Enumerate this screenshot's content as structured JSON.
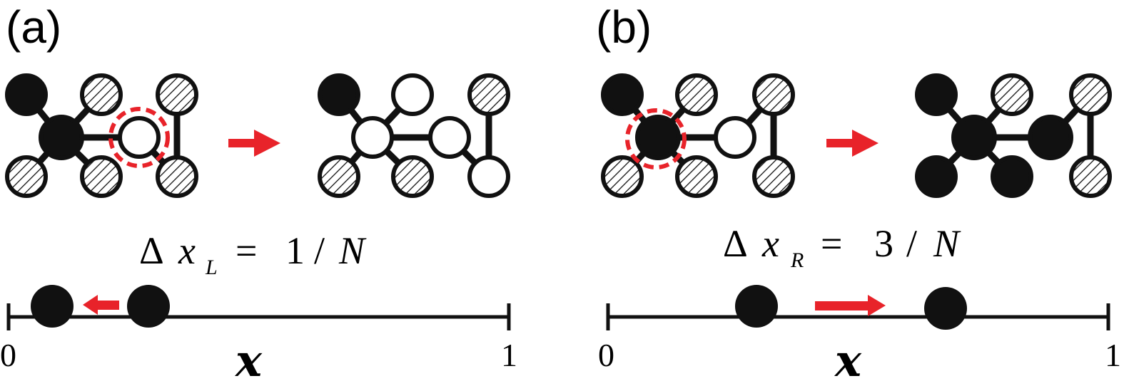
{
  "panels": [
    {
      "label": "(a)",
      "equation": {
        "delta": "Δ",
        "var": "x",
        "sub": "L",
        "eq": "=",
        "num": "1",
        "slash": "/",
        "den": "N"
      },
      "axis": {
        "min_label": "0",
        "max_label": "1",
        "var_label": "x"
      },
      "arrow_direction": "left"
    },
    {
      "label": "(b)",
      "equation": {
        "delta": "Δ",
        "var": "x",
        "sub": "R",
        "eq": "=",
        "num": "3",
        "slash": "/",
        "den": "N"
      },
      "axis": {
        "min_label": "0",
        "max_label": "1",
        "var_label": "x"
      },
      "arrow_direction": "right"
    }
  ],
  "colors": {
    "black": "#111111",
    "red": "#e8232a",
    "white": "#ffffff"
  },
  "node_styles": [
    "filled",
    "hatched",
    "open"
  ]
}
